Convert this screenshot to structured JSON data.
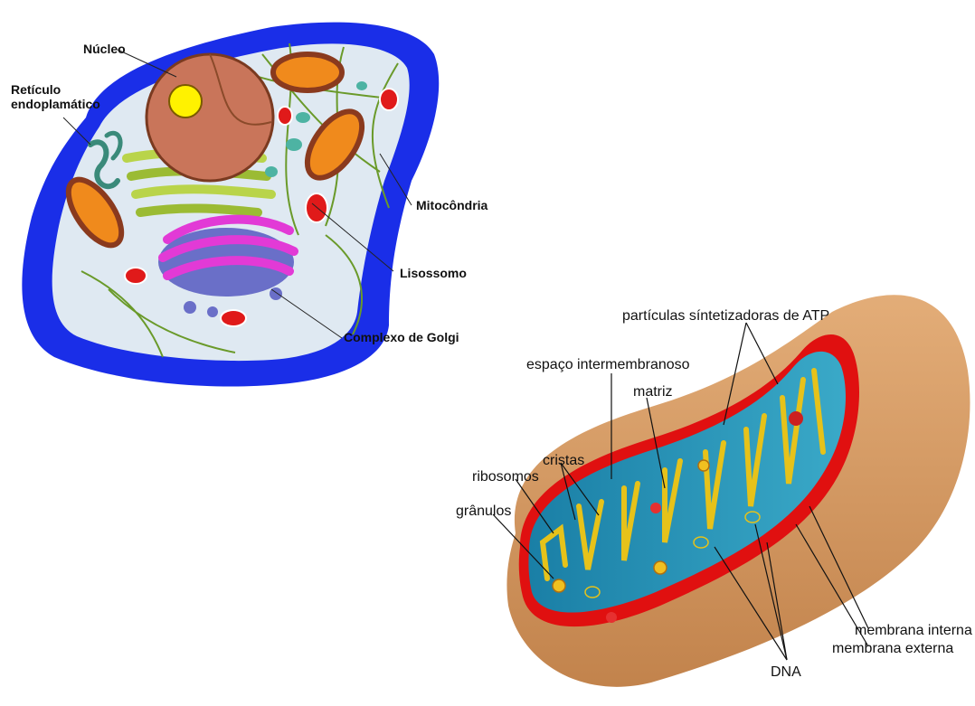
{
  "cell_diagram": {
    "labels": {
      "nucleus": "Núcleo",
      "er_line1": "Retículo",
      "er_line2": "endoplamático",
      "mitochondrion": "Mitocôndria",
      "lysosome": "Lisossomo",
      "golgi": "Complexo de Golgi"
    },
    "colors": {
      "cell_wall": "#1a2ee8",
      "cytoplasm": "#dfe9f2",
      "nucleus": "#c9755a",
      "nucleolus": "#fff200",
      "golgi": "#e23ad6",
      "er": "#b9d44a",
      "mito_fill": "#f08a1c",
      "mito_outer": "#8a3a1e"
    }
  },
  "mito_diagram": {
    "labels": {
      "atp": "partículas síntetizadoras de ATP",
      "intermembrane": "espaço intermembranoso",
      "matrix": "matriz",
      "cristae": "cristas",
      "ribosomes": "ribosomos",
      "granules": "grânulos",
      "inner_membrane": "membrana interna",
      "outer_membrane": "membrana externa",
      "dna": "DNA"
    },
    "colors": {
      "outer_shell": "#d9a06a",
      "outer_edge": "#e01010",
      "matrix": "#1f8fb4",
      "cristae_edge": "#e6c21a"
    }
  }
}
